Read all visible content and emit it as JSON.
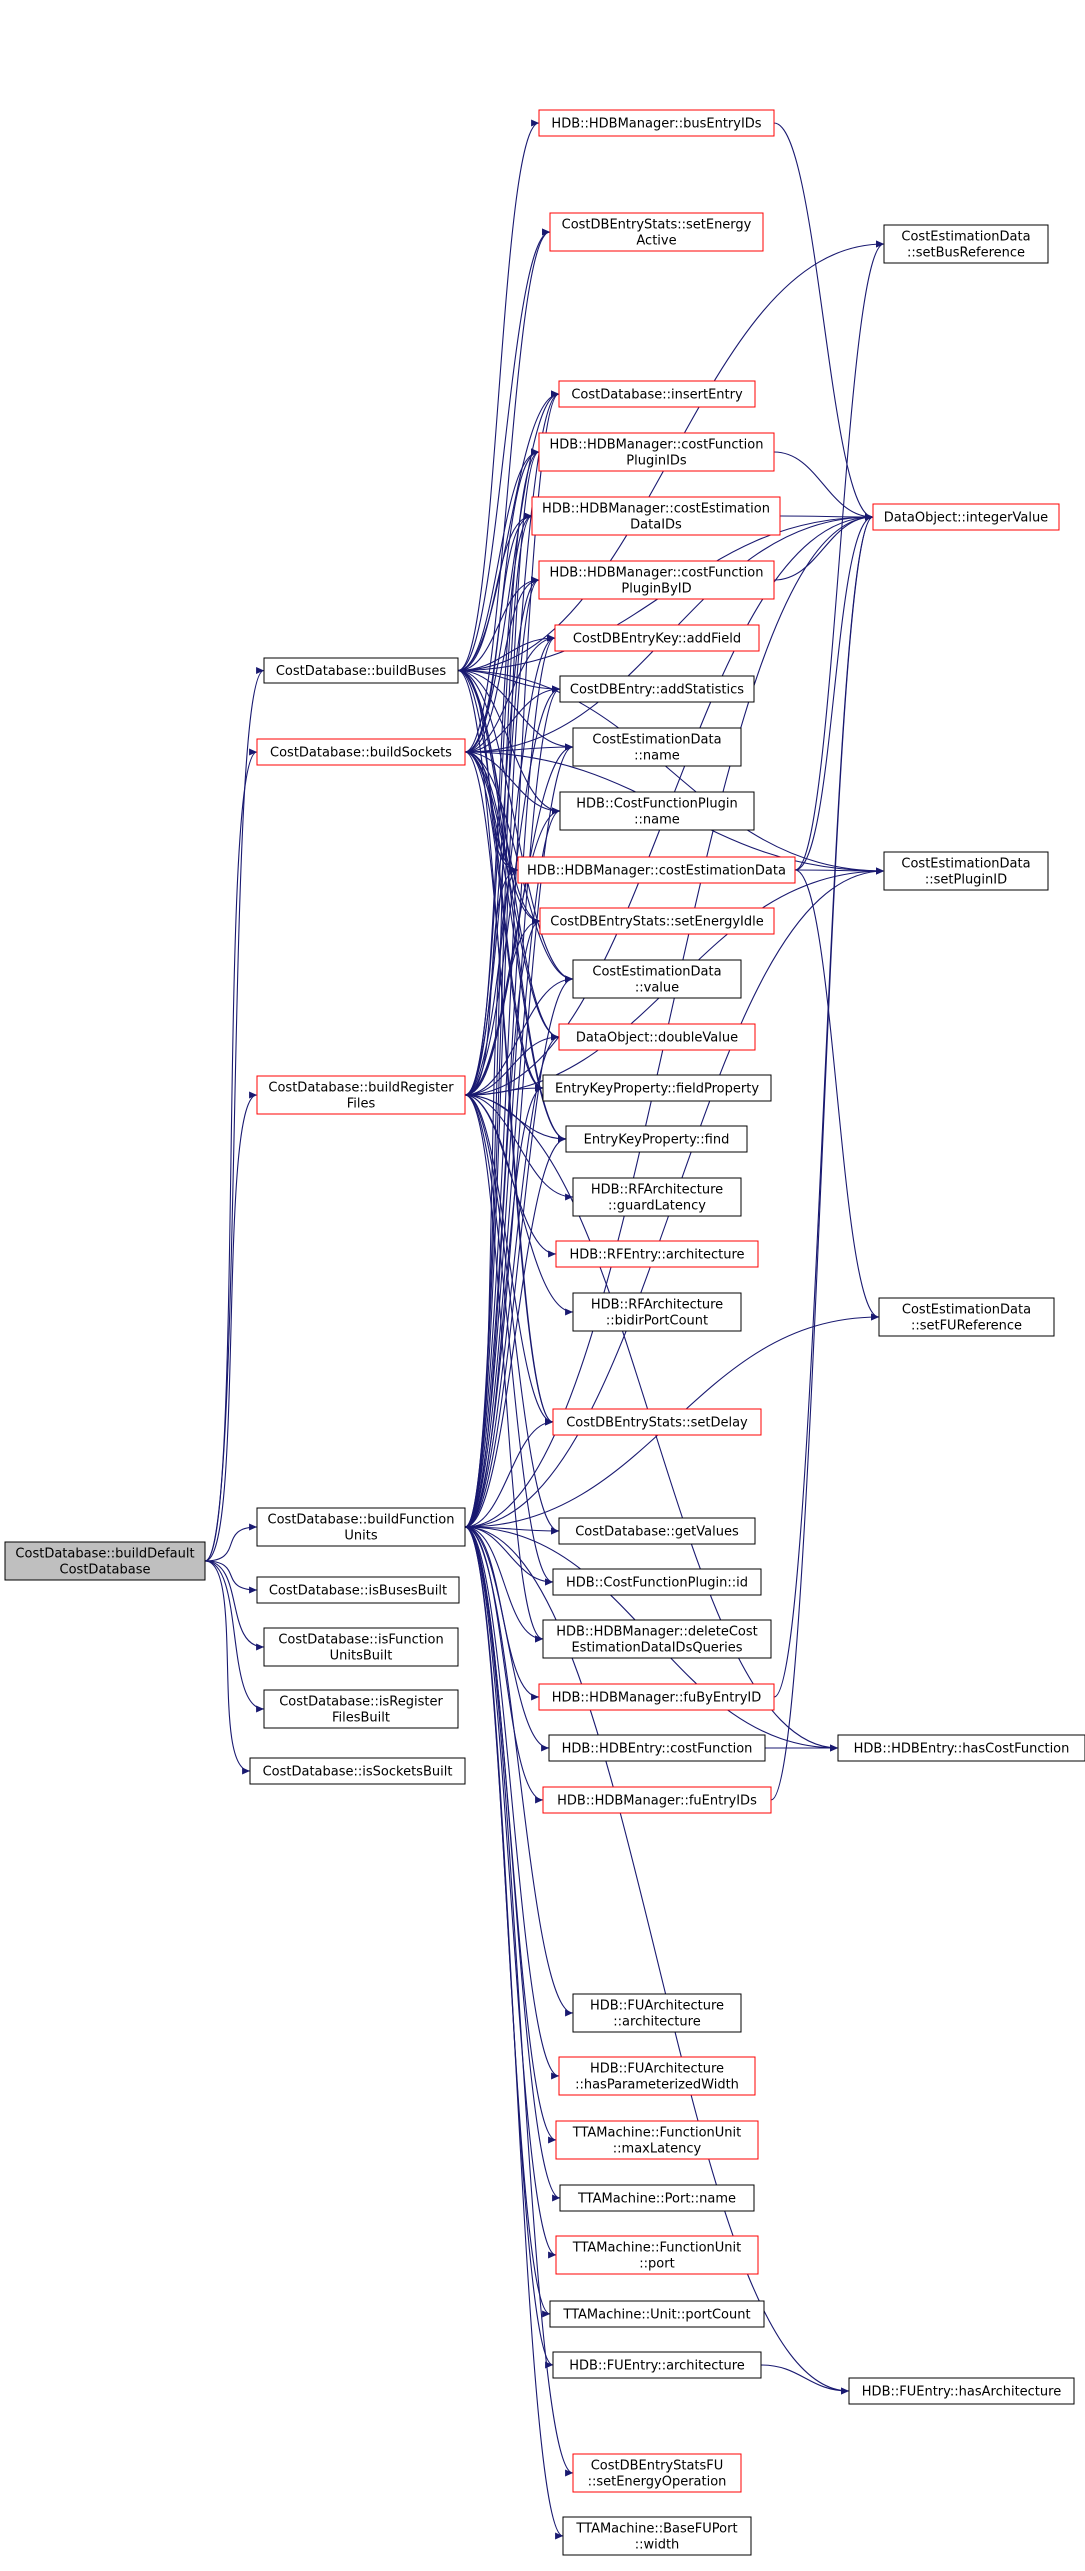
{
  "colors": {
    "edge": "#191970",
    "node_border_default": "#000000",
    "node_border_red": "#ff0000",
    "root_fill": "#bfbfbf"
  },
  "nodes": {
    "root": {
      "lines": [
        "CostDatabase::buildDefault",
        "CostDatabase"
      ],
      "style": "root"
    },
    "buildBuses": {
      "lines": [
        "CostDatabase::buildBuses"
      ],
      "style": "black"
    },
    "buildSockets": {
      "lines": [
        "CostDatabase::buildSockets"
      ],
      "style": "red"
    },
    "buildRF": {
      "lines": [
        "CostDatabase::buildRegister",
        "Files"
      ],
      "style": "red"
    },
    "buildFU": {
      "lines": [
        "CostDatabase::buildFunction",
        "Units"
      ],
      "style": "black"
    },
    "isBusesBuilt": {
      "lines": [
        "CostDatabase::isBusesBuilt"
      ],
      "style": "black"
    },
    "isFUBuilt": {
      "lines": [
        "CostDatabase::isFunction",
        "UnitsBuilt"
      ],
      "style": "black"
    },
    "isRFBuilt": {
      "lines": [
        "CostDatabase::isRegister",
        "FilesBuilt"
      ],
      "style": "black"
    },
    "isSocketsBuilt": {
      "lines": [
        "CostDatabase::isSocketsBuilt"
      ],
      "style": "black"
    },
    "busEntryIDs": {
      "lines": [
        "HDB::HDBManager::busEntryIDs"
      ],
      "style": "red"
    },
    "setEnergyActive": {
      "lines": [
        "CostDBEntryStats::setEnergy",
        "Active"
      ],
      "style": "red"
    },
    "insertEntry": {
      "lines": [
        "CostDatabase::insertEntry"
      ],
      "style": "red"
    },
    "costFunctionPluginIDs": {
      "lines": [
        "HDB::HDBManager::costFunction",
        "PluginIDs"
      ],
      "style": "red"
    },
    "costEstimationDataIDs": {
      "lines": [
        "HDB::HDBManager::costEstimation",
        "DataIDs"
      ],
      "style": "red"
    },
    "costFunctionPluginByID": {
      "lines": [
        "HDB::HDBManager::costFunction",
        "PluginByID"
      ],
      "style": "red"
    },
    "addField": {
      "lines": [
        "CostDBEntryKey::addField"
      ],
      "style": "red"
    },
    "addStatistics": {
      "lines": [
        "CostDBEntry::addStatistics"
      ],
      "style": "black"
    },
    "cedName": {
      "lines": [
        "CostEstimationData",
        "::name"
      ],
      "style": "black"
    },
    "cfpName": {
      "lines": [
        "HDB::CostFunctionPlugin",
        "::name"
      ],
      "style": "black"
    },
    "costEstimationData": {
      "lines": [
        "HDB::HDBManager::costEstimationData"
      ],
      "style": "red"
    },
    "setEnergyIdle": {
      "lines": [
        "CostDBEntryStats::setEnergyIdle"
      ],
      "style": "red"
    },
    "cedValue": {
      "lines": [
        "CostEstimationData",
        "::value"
      ],
      "style": "black"
    },
    "doubleValue": {
      "lines": [
        "DataObject::doubleValue"
      ],
      "style": "red"
    },
    "fieldProperty": {
      "lines": [
        "EntryKeyProperty::fieldProperty"
      ],
      "style": "black"
    },
    "ekpFind": {
      "lines": [
        "EntryKeyProperty::find"
      ],
      "style": "black"
    },
    "guardLatency": {
      "lines": [
        "HDB::RFArchitecture",
        "::guardLatency"
      ],
      "style": "black"
    },
    "rfEntryArch": {
      "lines": [
        "HDB::RFEntry::architecture"
      ],
      "style": "red"
    },
    "bidirPortCount": {
      "lines": [
        "HDB::RFArchitecture",
        "::bidirPortCount"
      ],
      "style": "black"
    },
    "setDelay": {
      "lines": [
        "CostDBEntryStats::setDelay"
      ],
      "style": "red"
    },
    "getValues": {
      "lines": [
        "CostDatabase::getValues"
      ],
      "style": "black"
    },
    "cfpId": {
      "lines": [
        "HDB::CostFunctionPlugin::id"
      ],
      "style": "black"
    },
    "deleteCost": {
      "lines": [
        "HDB::HDBManager::deleteCost",
        "EstimationDataIDsQueries"
      ],
      "style": "black"
    },
    "fuByEntryID": {
      "lines": [
        "HDB::HDBManager::fuByEntryID"
      ],
      "style": "red"
    },
    "hdbCostFunction": {
      "lines": [
        "HDB::HDBEntry::costFunction"
      ],
      "style": "black"
    },
    "fuEntryIDs": {
      "lines": [
        "HDB::HDBManager::fuEntryIDs"
      ],
      "style": "red"
    },
    "fuArchArch": {
      "lines": [
        "HDB::FUArchitecture",
        "::architecture"
      ],
      "style": "black"
    },
    "hasParamWidth": {
      "lines": [
        "HDB::FUArchitecture",
        "::hasParameterizedWidth"
      ],
      "style": "red"
    },
    "maxLatency": {
      "lines": [
        "TTAMachine::FunctionUnit",
        "::maxLatency"
      ],
      "style": "red"
    },
    "portName": {
      "lines": [
        "TTAMachine::Port::name"
      ],
      "style": "black"
    },
    "fuPort": {
      "lines": [
        "TTAMachine::FunctionUnit",
        "::port"
      ],
      "style": "red"
    },
    "portCount": {
      "lines": [
        "TTAMachine::Unit::portCount"
      ],
      "style": "black"
    },
    "fuEntryArch": {
      "lines": [
        "HDB::FUEntry::architecture"
      ],
      "style": "black"
    },
    "setEnergyOp": {
      "lines": [
        "CostDBEntryStatsFU",
        "::setEnergyOperation"
      ],
      "style": "red"
    },
    "baseWidth": {
      "lines": [
        "TTAMachine::BaseFUPort",
        "::width"
      ],
      "style": "black"
    },
    "setBusRef": {
      "lines": [
        "CostEstimationData",
        "::setBusReference"
      ],
      "style": "black"
    },
    "integerValue": {
      "lines": [
        "DataObject::integerValue"
      ],
      "style": "red"
    },
    "setPluginID": {
      "lines": [
        "CostEstimationData",
        "::setPluginID"
      ],
      "style": "black"
    },
    "setFURef": {
      "lines": [
        "CostEstimationData",
        "::setFUReference"
      ],
      "style": "black"
    },
    "hasCostFunction": {
      "lines": [
        "HDB::HDBEntry::hasCostFunction"
      ],
      "style": "black"
    },
    "hasArchitecture": {
      "lines": [
        "HDB::FUEntry::hasArchitecture"
      ],
      "style": "black"
    }
  },
  "edges": [
    [
      "root",
      "buildBuses"
    ],
    [
      "root",
      "buildSockets"
    ],
    [
      "root",
      "buildRF"
    ],
    [
      "root",
      "buildFU"
    ],
    [
      "root",
      "isBusesBuilt"
    ],
    [
      "root",
      "isFUBuilt"
    ],
    [
      "root",
      "isRFBuilt"
    ],
    [
      "root",
      "isSocketsBuilt"
    ],
    [
      "buildBuses",
      "busEntryIDs"
    ],
    [
      "buildBuses",
      "setEnergyActive"
    ],
    [
      "buildBuses",
      "insertEntry"
    ],
    [
      "buildBuses",
      "costFunctionPluginIDs"
    ],
    [
      "buildBuses",
      "costEstimationDataIDs"
    ],
    [
      "buildBuses",
      "costFunctionPluginByID"
    ],
    [
      "buildBuses",
      "addField"
    ],
    [
      "buildBuses",
      "addStatistics"
    ],
    [
      "buildBuses",
      "cedName"
    ],
    [
      "buildBuses",
      "cfpName"
    ],
    [
      "buildBuses",
      "costEstimationData"
    ],
    [
      "buildBuses",
      "setEnergyIdle"
    ],
    [
      "buildBuses",
      "cedValue"
    ],
    [
      "buildBuses",
      "doubleValue"
    ],
    [
      "buildBuses",
      "fieldProperty"
    ],
    [
      "buildBuses",
      "ekpFind"
    ],
    [
      "buildBuses",
      "setDelay"
    ],
    [
      "buildBuses",
      "setBusRef"
    ],
    [
      "buildBuses",
      "integerValue"
    ],
    [
      "buildBuses",
      "setPluginID"
    ],
    [
      "buildSockets",
      "setEnergyActive"
    ],
    [
      "buildSockets",
      "insertEntry"
    ],
    [
      "buildSockets",
      "costFunctionPluginIDs"
    ],
    [
      "buildSockets",
      "costEstimationDataIDs"
    ],
    [
      "buildSockets",
      "costFunctionPluginByID"
    ],
    [
      "buildSockets",
      "addField"
    ],
    [
      "buildSockets",
      "addStatistics"
    ],
    [
      "buildSockets",
      "cedName"
    ],
    [
      "buildSockets",
      "cfpName"
    ],
    [
      "buildSockets",
      "costEstimationData"
    ],
    [
      "buildSockets",
      "setEnergyIdle"
    ],
    [
      "buildSockets",
      "cedValue"
    ],
    [
      "buildSockets",
      "doubleValue"
    ],
    [
      "buildSockets",
      "fieldProperty"
    ],
    [
      "buildSockets",
      "ekpFind"
    ],
    [
      "buildSockets",
      "setDelay"
    ],
    [
      "buildSockets",
      "integerValue"
    ],
    [
      "buildSockets",
      "setPluginID"
    ],
    [
      "buildRF",
      "insertEntry"
    ],
    [
      "buildRF",
      "costFunctionPluginIDs"
    ],
    [
      "buildRF",
      "costEstimationDataIDs"
    ],
    [
      "buildRF",
      "costFunctionPluginByID"
    ],
    [
      "buildRF",
      "addField"
    ],
    [
      "buildRF",
      "addStatistics"
    ],
    [
      "buildRF",
      "cedName"
    ],
    [
      "buildRF",
      "cfpName"
    ],
    [
      "buildRF",
      "costEstimationData"
    ],
    [
      "buildRF",
      "setEnergyIdle"
    ],
    [
      "buildRF",
      "cedValue"
    ],
    [
      "buildRF",
      "doubleValue"
    ],
    [
      "buildRF",
      "fieldProperty"
    ],
    [
      "buildRF",
      "ekpFind"
    ],
    [
      "buildRF",
      "guardLatency"
    ],
    [
      "buildRF",
      "rfEntryArch"
    ],
    [
      "buildRF",
      "bidirPortCount"
    ],
    [
      "buildRF",
      "setDelay"
    ],
    [
      "buildRF",
      "getValues"
    ],
    [
      "buildRF",
      "cfpId"
    ],
    [
      "buildRF",
      "deleteCost"
    ],
    [
      "buildRF",
      "hasCostFunction"
    ],
    [
      "buildRF",
      "setPluginID"
    ],
    [
      "buildRF",
      "integerValue"
    ],
    [
      "buildFU",
      "insertEntry"
    ],
    [
      "buildFU",
      "costFunctionPluginIDs"
    ],
    [
      "buildFU",
      "costEstimationDataIDs"
    ],
    [
      "buildFU",
      "costFunctionPluginByID"
    ],
    [
      "buildFU",
      "addField"
    ],
    [
      "buildFU",
      "addStatistics"
    ],
    [
      "buildFU",
      "cedName"
    ],
    [
      "buildFU",
      "cfpName"
    ],
    [
      "buildFU",
      "costEstimationData"
    ],
    [
      "buildFU",
      "setEnergyIdle"
    ],
    [
      "buildFU",
      "cedValue"
    ],
    [
      "buildFU",
      "doubleValue"
    ],
    [
      "buildFU",
      "fieldProperty"
    ],
    [
      "buildFU",
      "ekpFind"
    ],
    [
      "buildFU",
      "setDelay"
    ],
    [
      "buildFU",
      "getValues"
    ],
    [
      "buildFU",
      "cfpId"
    ],
    [
      "buildFU",
      "deleteCost"
    ],
    [
      "buildFU",
      "fuByEntryID"
    ],
    [
      "buildFU",
      "hdbCostFunction"
    ],
    [
      "buildFU",
      "fuEntryIDs"
    ],
    [
      "buildFU",
      "fuArchArch"
    ],
    [
      "buildFU",
      "hasParamWidth"
    ],
    [
      "buildFU",
      "maxLatency"
    ],
    [
      "buildFU",
      "portName"
    ],
    [
      "buildFU",
      "fuPort"
    ],
    [
      "buildFU",
      "portCount"
    ],
    [
      "buildFU",
      "fuEntryArch"
    ],
    [
      "buildFU",
      "setEnergyOp"
    ],
    [
      "buildFU",
      "baseWidth"
    ],
    [
      "buildFU",
      "hasCostFunction"
    ],
    [
      "buildFU",
      "hasArchitecture"
    ],
    [
      "buildFU",
      "setFURef"
    ],
    [
      "buildFU",
      "setPluginID"
    ],
    [
      "buildFU",
      "integerValue"
    ],
    [
      "busEntryIDs",
      "integerValue"
    ],
    [
      "costFunctionPluginIDs",
      "integerValue"
    ],
    [
      "costEstimationDataIDs",
      "integerValue"
    ],
    [
      "costFunctionPluginByID",
      "integerValue"
    ],
    [
      "costEstimationData",
      "setBusRef"
    ],
    [
      "costEstimationData",
      "integerValue"
    ],
    [
      "costEstimationData",
      "setPluginID"
    ],
    [
      "costEstimationData",
      "setFURef"
    ],
    [
      "fuByEntryID",
      "integerValue"
    ],
    [
      "fuEntryIDs",
      "integerValue"
    ],
    [
      "hdbCostFunction",
      "hasCostFunction"
    ],
    [
      "fuEntryArch",
      "hasArchitecture"
    ]
  ]
}
